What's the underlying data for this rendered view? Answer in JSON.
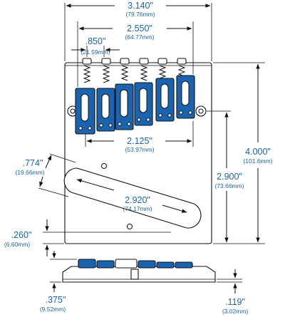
{
  "colors": {
    "accent": "#1a63b0",
    "line": "#111111"
  },
  "dimensions": {
    "overall_width": {
      "inch": "3.140\"",
      "mm": "(79.76mm)"
    },
    "saddle_span": {
      "inch": "2.550\"",
      "mm": "(64.77mm)"
    },
    "saddle_spacing": {
      "inch": ".850\"",
      "mm": "(21.59mm)"
    },
    "mount_hole_spacing": {
      "inch": "2.125\"",
      "mm": "(53.97mm)"
    },
    "pickup_offset": {
      "inch": ".774\"",
      "mm": "(19.66mm)"
    },
    "pickup_length": {
      "inch": "2.920\"",
      "mm": "(74.17mm)"
    },
    "bottom_offset": {
      "inch": ".260\"",
      "mm": "(6.60mm)"
    },
    "overall_length": {
      "inch": "4.000\"",
      "mm": "(101.6mm)"
    },
    "hole_to_bottom": {
      "inch": "2.900\"",
      "mm": "(73.66mm)"
    },
    "profile_height": {
      "inch": ".375\"",
      "mm": "(9.52mm)"
    },
    "plate_thickness": {
      "inch": ".119\"",
      "mm": "(3.02mm)"
    }
  }
}
